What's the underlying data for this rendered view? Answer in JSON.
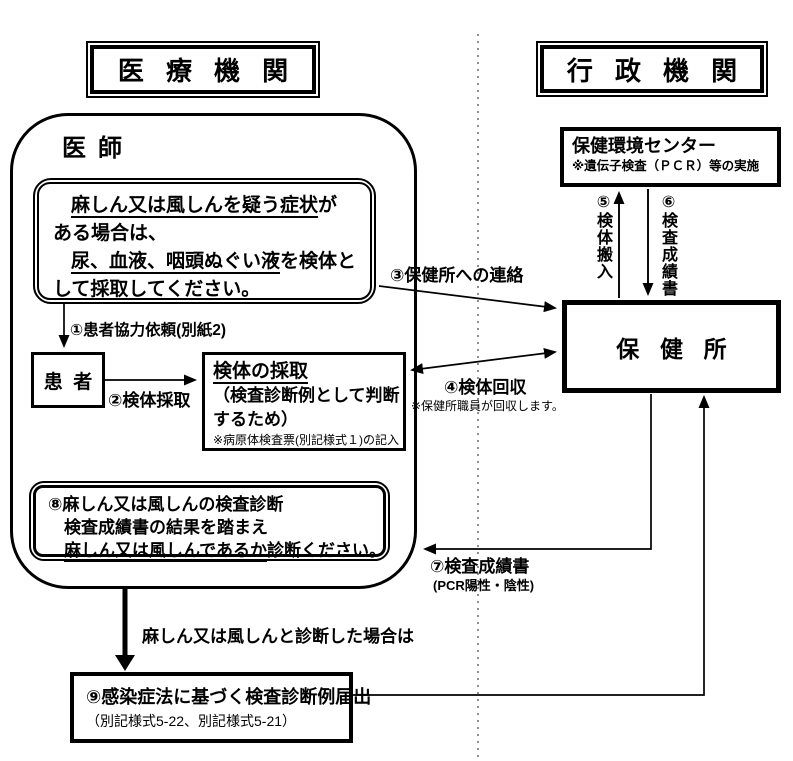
{
  "headers": {
    "medical": "医療機関",
    "government": "行政機関"
  },
  "doctor_area": {
    "title": "医師"
  },
  "symptom_box": {
    "line1_underline": "麻しん又は風しんを疑う症状",
    "line1_rest": "が",
    "line2": "ある場合は、",
    "line3_underline": "尿、血液、咽頭ぬぐい液",
    "line3_rest": "を検体と",
    "line4": "して採取してください。"
  },
  "patient_box": {
    "label": "患者"
  },
  "sampling_box": {
    "title": "検体の採取",
    "line2": "（検査診断例として判断",
    "line3": "するため）",
    "note": "※病原体検査票(別記様式１)の記入"
  },
  "diagnosis_box": {
    "line1": "⑧麻しん又は風しんの検査診断",
    "line2": "検査成績書の結果を踏まえ",
    "line3_underline": "麻しん又は風しんであるか",
    "line3_rest": "診断ください。"
  },
  "center_box": {
    "title": "保健環境センター",
    "note": "※遺伝子検査（ＰＣＲ）等の実施"
  },
  "hokenjo_box": {
    "label": "保健所"
  },
  "report_box": {
    "title": "⑨感染症法に基づく検査診断例届出",
    "subtitle": "（別記様式5-22、別記様式5-21）"
  },
  "arrows": {
    "a1": "①患者協力依頼(別紙2)",
    "a2": "②検体採取",
    "a3": "③保健所への連絡",
    "a4": "④検体回収",
    "a4_note": "※保健所職員が回収します。",
    "a5": "⑤検体搬入",
    "a6": "⑥検査成績書",
    "a7": "⑦検査成績書",
    "a7_note": "(PCR陽性・陰性)",
    "diagnosed": "麻しん又は風しんと診断した場合は"
  },
  "colors": {
    "line": "#000000",
    "dotted_separator": "#8f8f8f",
    "background": "#ffffff"
  }
}
